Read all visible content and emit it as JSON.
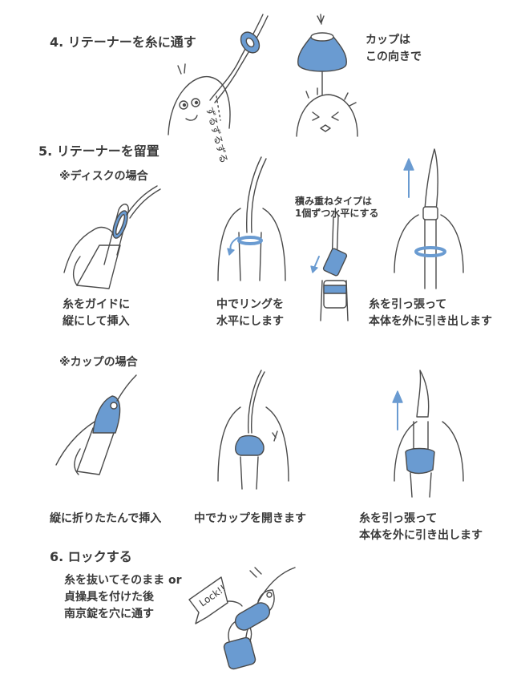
{
  "steps": {
    "step4": {
      "title": "4. リテーナーを糸に通す",
      "cup_note": "カップは\nこの向きで",
      "sfx": "ずるずるずる"
    },
    "step5": {
      "title": "5. リテーナーを留置",
      "disc_case": "※ディスクの場合",
      "disc_captions": [
        "糸をガイドに\n縦にして挿入",
        "中でリングを\n水平にします",
        "積み重ねタイプは\n1個ずつ水平にする",
        "糸を引っ張って\n本体を外に引き出します"
      ],
      "cup_case": "※カップの場合",
      "cup_captions": [
        "縦に折りたたんで挿入",
        "中でカップを開きます",
        "糸を引っ張って\n本体を外に引き出します"
      ]
    },
    "step6": {
      "title": "6. ロックする",
      "note": "糸を抜いてそのまま or\n貞操具を付けた後\n南京錠を穴に通す",
      "lock_label": "Lock!!"
    }
  },
  "colors": {
    "accent_blue": "#6a9bd1",
    "line": "#4a4a4a",
    "text": "#3a3a3a"
  }
}
